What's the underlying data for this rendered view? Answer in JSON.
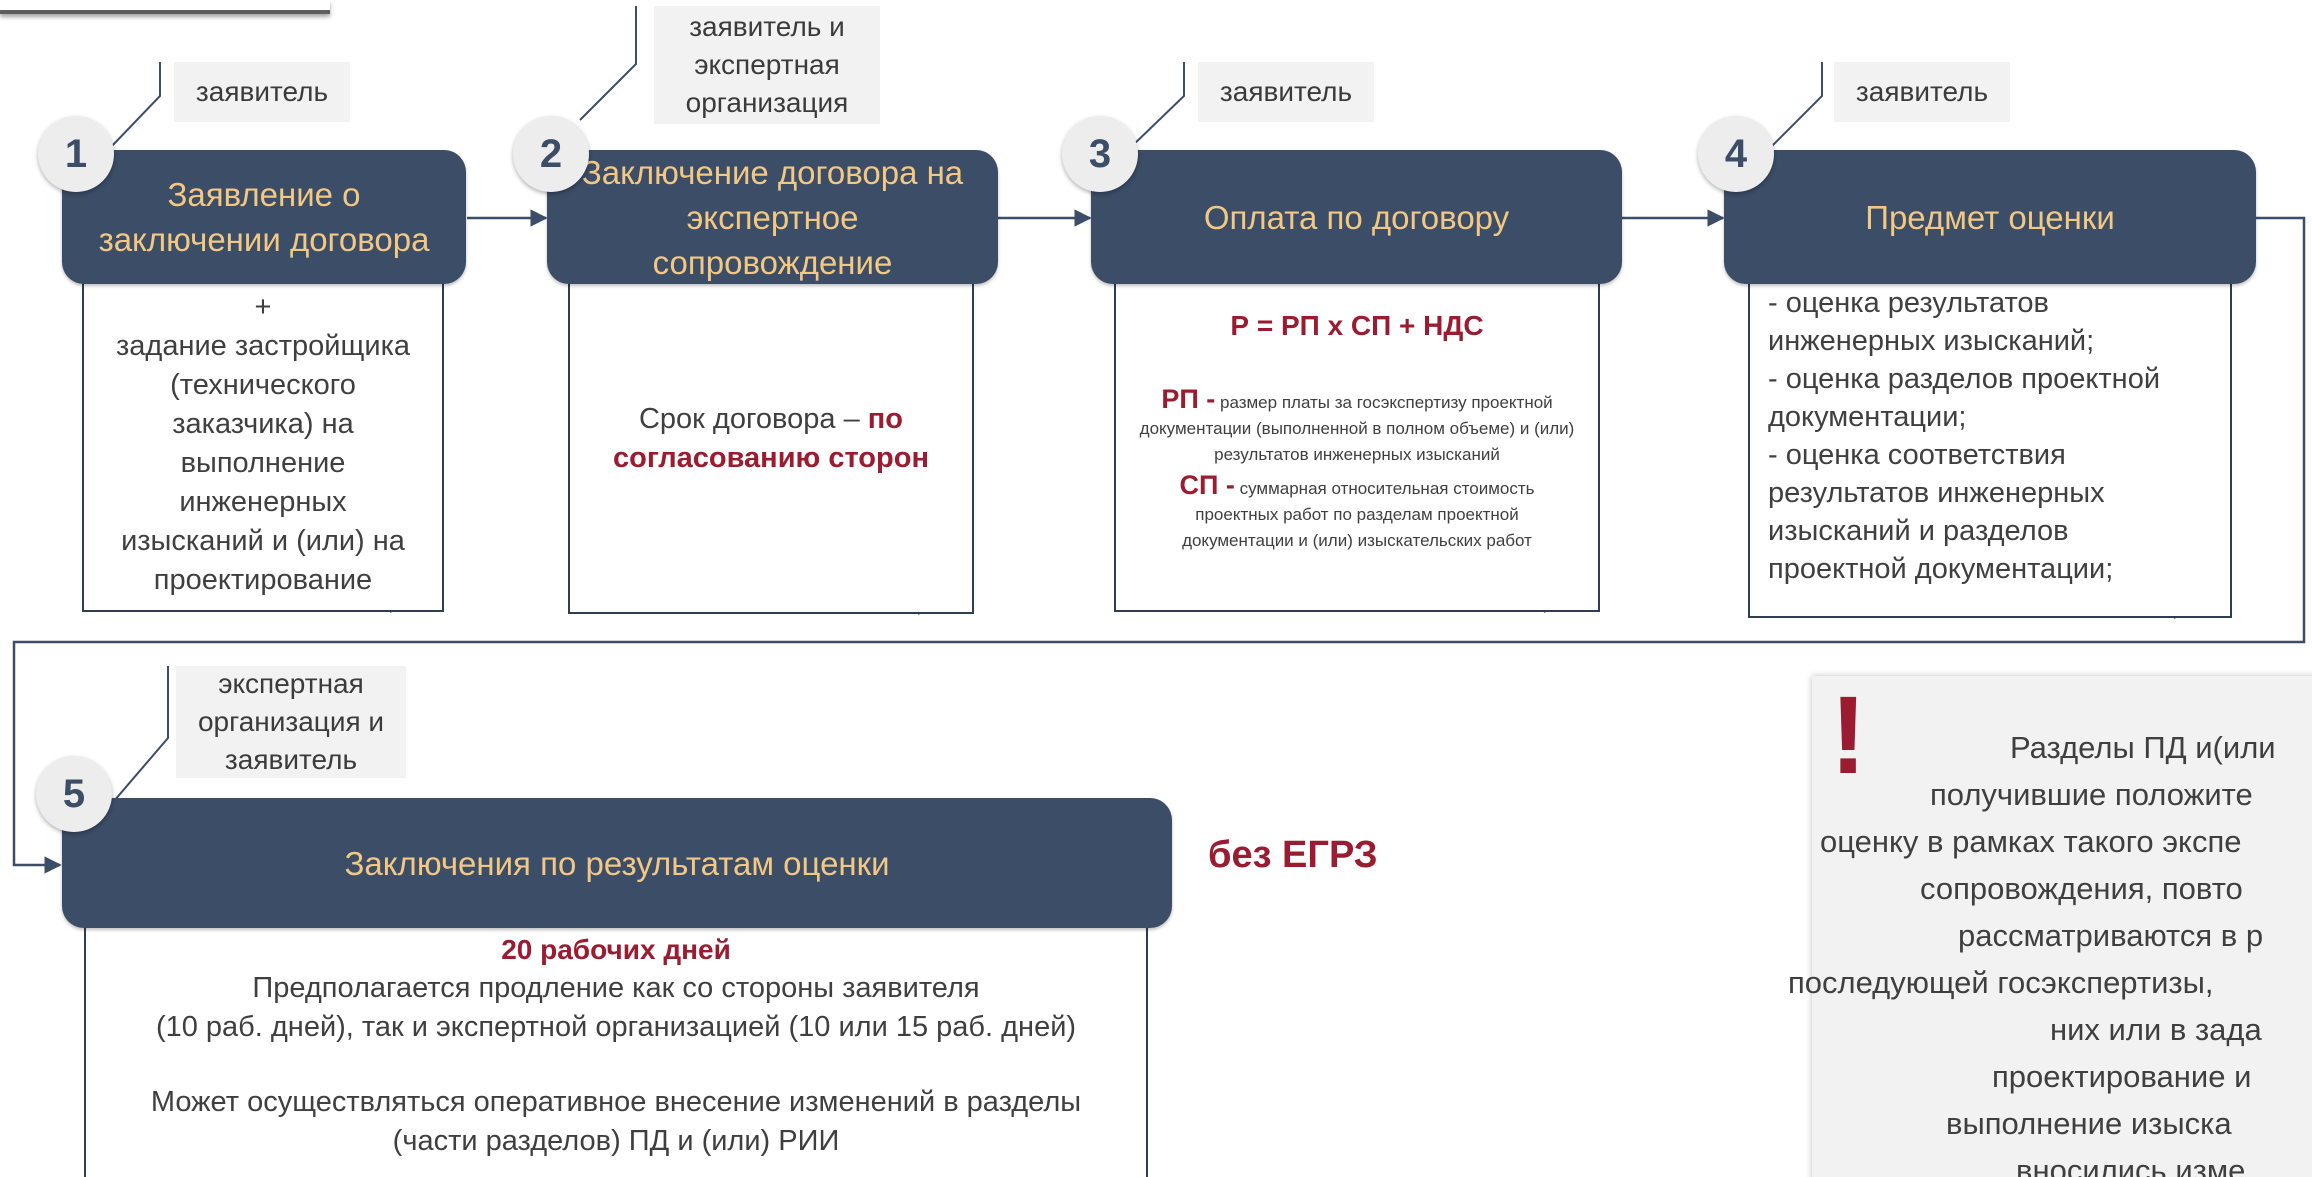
{
  "steps": [
    {
      "number": "1",
      "title": "Заявление о заключении договора",
      "role": "заявитель",
      "body_lines": [
        "+",
        "задание застройщика",
        "(технического",
        "заказчика) на",
        "выполнение",
        "инженерных",
        "изысканий и (или) на",
        "проектирование"
      ]
    },
    {
      "number": "2",
      "title": "Заключение договора на экспертное сопровождение",
      "role": "заявитель и экспертная организация",
      "term_prefix": "Срок договора – ",
      "term_highlight_1": "по",
      "term_highlight_2": "согласованию сторон"
    },
    {
      "number": "3",
      "title": "Оплата по договору",
      "role": "заявитель",
      "formula": "Р = РП х СП + НДС",
      "rp_label": "РП -",
      "rp_text": "размер платы за госэкспертизу проектной документации (выполненной в полном объеме) и (или) результатов инженерных изысканий",
      "sp_label": "СП -",
      "sp_text": "суммарная относительная стоимость проектных работ по разделам проектной документации и (или) изыскательских работ"
    },
    {
      "number": "4",
      "title": "Предмет оценки",
      "role": "заявитель",
      "items": [
        "- оценка результатов инженерных изысканий;",
        "- оценка разделов проектной документации;",
        "- оценка соответствия результатов инженерных изысканий и разделов проектной документации;"
      ]
    },
    {
      "number": "5",
      "title": "Заключения по результатам оценки",
      "role": "экспертная организация и заявитель",
      "deadline": "20 рабочих дней",
      "extension_line1": "Предполагается продление как со стороны заявителя",
      "extension_line2": "(10 раб. дней), так и экспертной организацией (10 или 15 раб. дней)",
      "changes_line1": "Может осуществляться оперативное внесение изменений в разделы",
      "changes_line2": "(части разделов) ПД и (или) РИИ"
    }
  ],
  "no_egrz": "без ЕГРЗ",
  "note": {
    "mark": "!",
    "lines": [
      "Разделы ПД и(или",
      "получившие положите",
      "оценку в рамках такого экспе",
      "сопровождения, повто",
      "рассматриваются в р",
      "последующей госэкспертизы,",
      "них или в зада",
      "проектирование и",
      "выполнение изыска",
      "вносились изме"
    ]
  },
  "colors": {
    "header_bg": "#3b4d67",
    "header_text": "#f2c882",
    "accent_red": "#9b1b30",
    "tag_bg": "#f2f2f2"
  }
}
